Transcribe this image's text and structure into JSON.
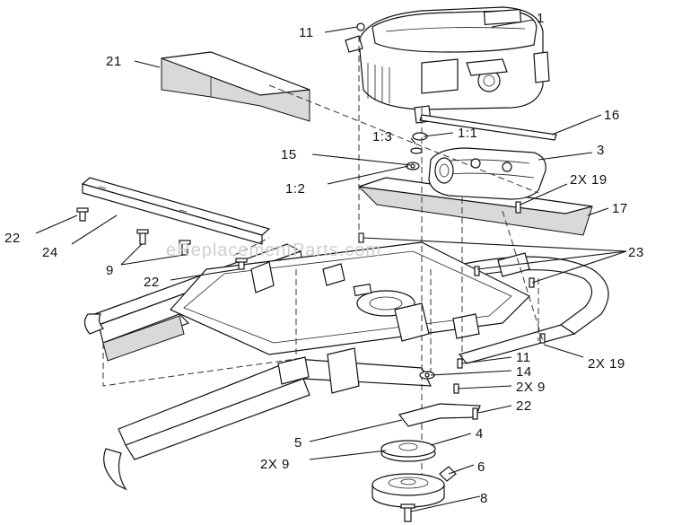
{
  "watermark": "eReplacementParts.com",
  "callouts": [
    {
      "id": "c1",
      "text": "1"
    },
    {
      "id": "c11",
      "text": "11"
    },
    {
      "id": "c21",
      "text": "21"
    },
    {
      "id": "c16",
      "text": "16"
    },
    {
      "id": "c13",
      "text": "1:3"
    },
    {
      "id": "c1_1",
      "text": "1:1"
    },
    {
      "id": "c15",
      "text": "15"
    },
    {
      "id": "c3",
      "text": "3"
    },
    {
      "id": "c12",
      "text": "1:2"
    },
    {
      "id": "c2x19a",
      "text": "2X 19"
    },
    {
      "id": "c17",
      "text": "17"
    },
    {
      "id": "c22a",
      "text": "22"
    },
    {
      "id": "c24",
      "text": "24"
    },
    {
      "id": "c23",
      "text": "23"
    },
    {
      "id": "c9",
      "text": "9"
    },
    {
      "id": "c22b",
      "text": "22"
    },
    {
      "id": "c2x19b",
      "text": "2X 19"
    },
    {
      "id": "c11b",
      "text": "11"
    },
    {
      "id": "c14",
      "text": "14"
    },
    {
      "id": "c2x9a",
      "text": "2X 9"
    },
    {
      "id": "c22c",
      "text": "22"
    },
    {
      "id": "c5",
      "text": "5"
    },
    {
      "id": "c4",
      "text": "4"
    },
    {
      "id": "c2x9b",
      "text": "2X 9"
    },
    {
      "id": "c6",
      "text": "6"
    },
    {
      "id": "c8",
      "text": "8"
    }
  ]
}
